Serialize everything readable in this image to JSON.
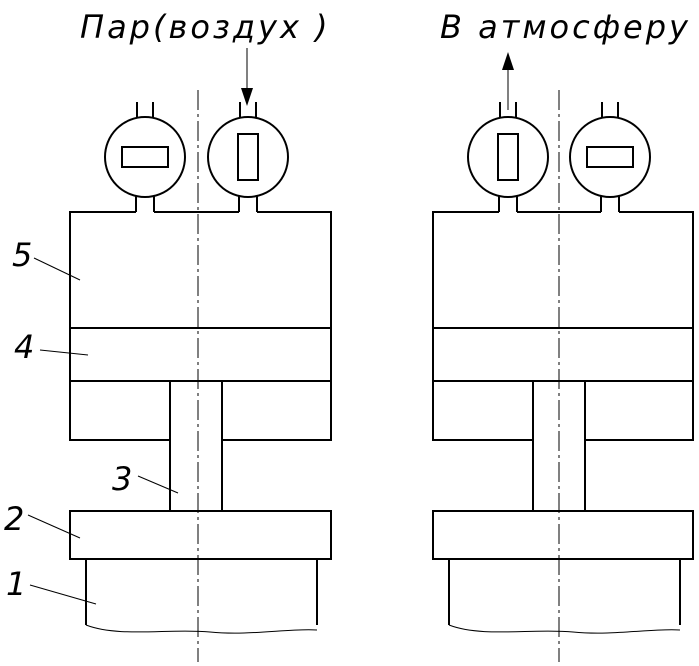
{
  "left_title": "Пар(воздух )",
  "right_title": "В атмосферу",
  "callouts": [
    "5",
    "4",
    "3",
    "2",
    "1"
  ],
  "colors": {
    "line": "#000000",
    "background": "#ffffff"
  }
}
